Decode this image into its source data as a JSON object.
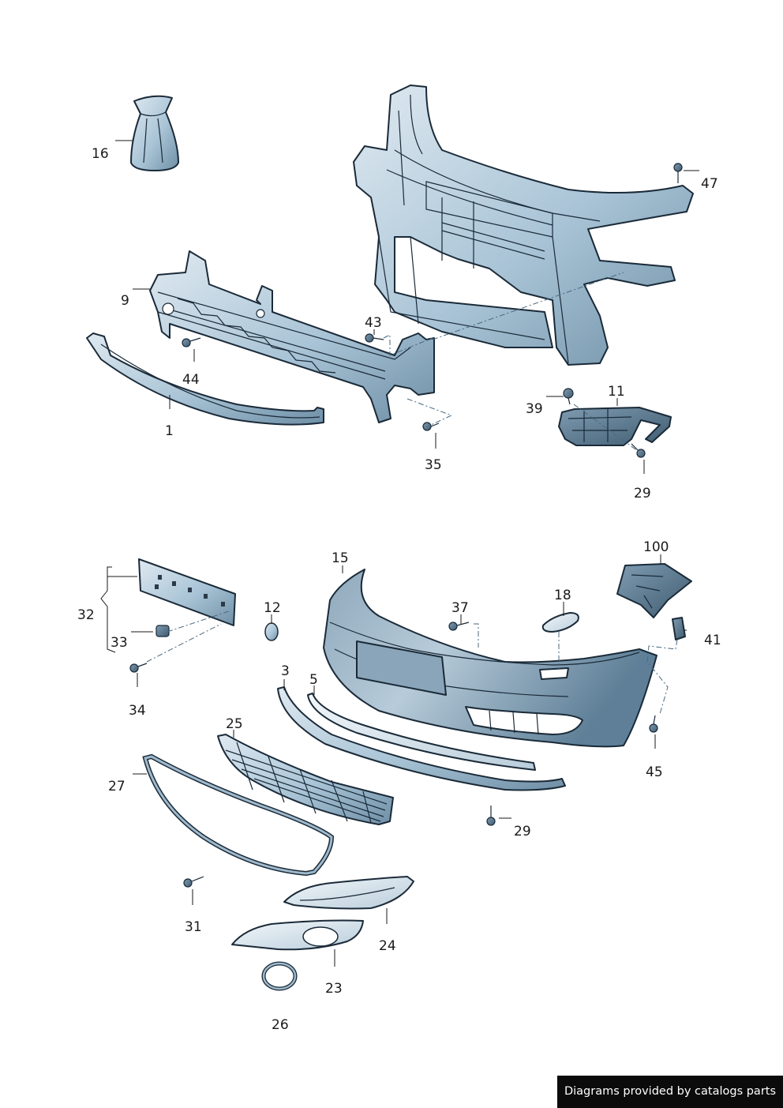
{
  "parts": {
    "p1": "1",
    "p3": "3",
    "p5": "5",
    "p9": "9",
    "p11": "11",
    "p12": "12",
    "p15": "15",
    "p16": "16",
    "p18": "18",
    "p23": "23",
    "p24": "24",
    "p25": "25",
    "p26": "26",
    "p27": "27",
    "p29a": "29",
    "p29b": "29",
    "p31": "31",
    "p32": "32",
    "p33": "33",
    "p34": "34",
    "p35": "35",
    "p37": "37",
    "p39": "39",
    "p41": "41",
    "p43": "43",
    "p44": "44",
    "p45": "45",
    "p47": "47",
    "p100": "100"
  },
  "credit": "Diagrams provided by catalogs parts",
  "colors": {
    "part_fill": "#a9c4d6",
    "part_dark": "#5d7f98",
    "outline": "#1a2a38"
  }
}
